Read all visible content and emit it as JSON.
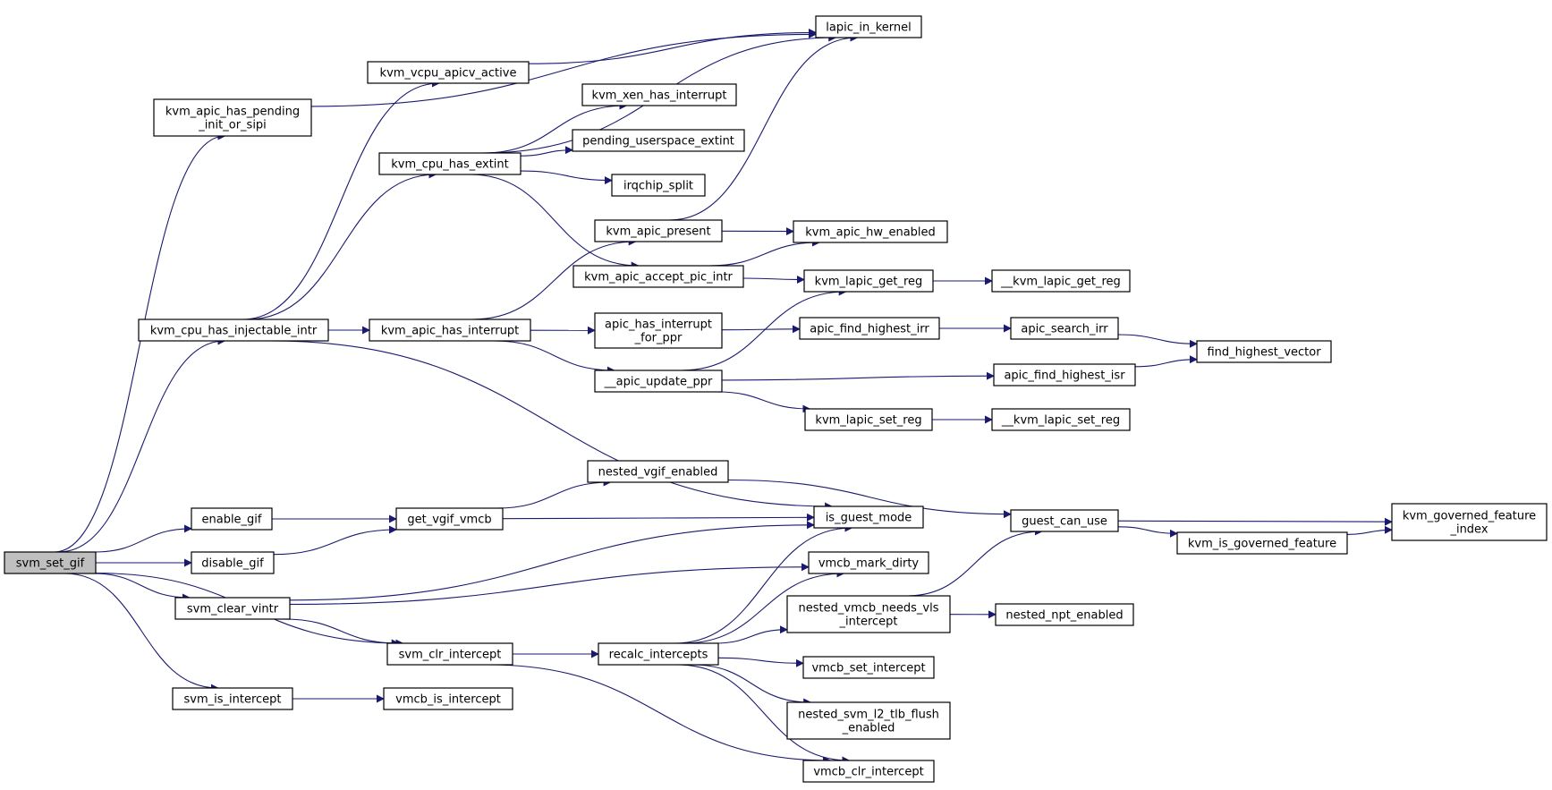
{
  "colors": {
    "edge": "#191970",
    "node_border": "#000000",
    "node_fill": "#ffffff",
    "root_fill": "#bfbfbf",
    "background": "#ffffff"
  },
  "graph": {
    "nodes": [
      {
        "id": "svm_set_gif",
        "label": [
          "svm_set_gif"
        ],
        "root": true
      },
      {
        "id": "kvm_apic_has_pending_init_or_sipi",
        "label": [
          "kvm_apic_has_pending",
          "_init_or_sipi"
        ]
      },
      {
        "id": "kvm_cpu_has_injectable_intr",
        "label": [
          "kvm_cpu_has_injectable_intr"
        ]
      },
      {
        "id": "enable_gif",
        "label": [
          "enable_gif"
        ]
      },
      {
        "id": "disable_gif",
        "label": [
          "disable_gif"
        ]
      },
      {
        "id": "svm_clear_vintr",
        "label": [
          "svm_clear_vintr"
        ]
      },
      {
        "id": "svm_is_intercept",
        "label": [
          "svm_is_intercept"
        ]
      },
      {
        "id": "kvm_vcpu_apicv_active",
        "label": [
          "kvm_vcpu_apicv_active"
        ]
      },
      {
        "id": "kvm_cpu_has_extint",
        "label": [
          "kvm_cpu_has_extint"
        ]
      },
      {
        "id": "kvm_apic_has_interrupt",
        "label": [
          "kvm_apic_has_interrupt"
        ]
      },
      {
        "id": "get_vgif_vmcb",
        "label": [
          "get_vgif_vmcb"
        ]
      },
      {
        "id": "svm_clr_intercept",
        "label": [
          "svm_clr_intercept"
        ]
      },
      {
        "id": "vmcb_is_intercept",
        "label": [
          "vmcb_is_intercept"
        ]
      },
      {
        "id": "kvm_xen_has_interrupt",
        "label": [
          "kvm_xen_has_interrupt"
        ]
      },
      {
        "id": "pending_userspace_extint",
        "label": [
          "pending_userspace_extint"
        ]
      },
      {
        "id": "irqchip_split",
        "label": [
          "irqchip_split"
        ]
      },
      {
        "id": "kvm_apic_present",
        "label": [
          "kvm_apic_present"
        ]
      },
      {
        "id": "kvm_apic_accept_pic_intr",
        "label": [
          "kvm_apic_accept_pic_intr"
        ]
      },
      {
        "id": "apic_has_interrupt_for_ppr",
        "label": [
          "apic_has_interrupt",
          "_for_ppr"
        ]
      },
      {
        "id": "__apic_update_ppr",
        "label": [
          "__apic_update_ppr"
        ]
      },
      {
        "id": "nested_vgif_enabled",
        "label": [
          "nested_vgif_enabled"
        ]
      },
      {
        "id": "recalc_intercepts",
        "label": [
          "recalc_intercepts"
        ]
      },
      {
        "id": "lapic_in_kernel",
        "label": [
          "lapic_in_kernel"
        ]
      },
      {
        "id": "kvm_apic_hw_enabled",
        "label": [
          "kvm_apic_hw_enabled"
        ]
      },
      {
        "id": "kvm_lapic_get_reg",
        "label": [
          "kvm_lapic_get_reg"
        ]
      },
      {
        "id": "apic_find_highest_irr",
        "label": [
          "apic_find_highest_irr"
        ]
      },
      {
        "id": "kvm_lapic_set_reg",
        "label": [
          "kvm_lapic_set_reg"
        ]
      },
      {
        "id": "is_guest_mode",
        "label": [
          "is_guest_mode"
        ]
      },
      {
        "id": "vmcb_mark_dirty",
        "label": [
          "vmcb_mark_dirty"
        ]
      },
      {
        "id": "nested_vmcb_needs_vls_intercept",
        "label": [
          "nested_vmcb_needs_vls",
          "_intercept"
        ]
      },
      {
        "id": "vmcb_set_intercept",
        "label": [
          "vmcb_set_intercept"
        ]
      },
      {
        "id": "nested_svm_l2_tlb_flush_enabled",
        "label": [
          "nested_svm_l2_tlb_flush",
          "_enabled"
        ]
      },
      {
        "id": "vmcb_clr_intercept",
        "label": [
          "vmcb_clr_intercept"
        ]
      },
      {
        "id": "__kvm_lapic_get_reg",
        "label": [
          "__kvm_lapic_get_reg"
        ]
      },
      {
        "id": "apic_search_irr",
        "label": [
          "apic_search_irr"
        ]
      },
      {
        "id": "apic_find_highest_isr",
        "label": [
          "apic_find_highest_isr"
        ]
      },
      {
        "id": "__kvm_lapic_set_reg",
        "label": [
          "__kvm_lapic_set_reg"
        ]
      },
      {
        "id": "guest_can_use",
        "label": [
          "guest_can_use"
        ]
      },
      {
        "id": "nested_npt_enabled",
        "label": [
          "nested_npt_enabled"
        ]
      },
      {
        "id": "kvm_is_governed_feature",
        "label": [
          "kvm_is_governed_feature"
        ]
      },
      {
        "id": "find_highest_vector",
        "label": [
          "find_highest_vector"
        ]
      },
      {
        "id": "kvm_governed_feature_index",
        "label": [
          "kvm_governed_feature",
          "_index"
        ]
      }
    ],
    "edges": [
      {
        "from": "svm_set_gif",
        "to": "kvm_apic_has_pending_init_or_sipi"
      },
      {
        "from": "svm_set_gif",
        "to": "kvm_cpu_has_injectable_intr"
      },
      {
        "from": "svm_set_gif",
        "to": "enable_gif"
      },
      {
        "from": "svm_set_gif",
        "to": "disable_gif"
      },
      {
        "from": "svm_set_gif",
        "to": "svm_clear_vintr"
      },
      {
        "from": "svm_set_gif",
        "to": "svm_clr_intercept"
      },
      {
        "from": "svm_set_gif",
        "to": "svm_is_intercept"
      },
      {
        "from": "kvm_apic_has_pending_init_or_sipi",
        "to": "lapic_in_kernel"
      },
      {
        "from": "kvm_cpu_has_injectable_intr",
        "to": "kvm_vcpu_apicv_active"
      },
      {
        "from": "kvm_cpu_has_injectable_intr",
        "to": "kvm_cpu_has_extint"
      },
      {
        "from": "kvm_cpu_has_injectable_intr",
        "to": "kvm_apic_has_interrupt"
      },
      {
        "from": "kvm_cpu_has_injectable_intr",
        "to": "is_guest_mode"
      },
      {
        "from": "kvm_vcpu_apicv_active",
        "to": "lapic_in_kernel"
      },
      {
        "from": "kvm_cpu_has_extint",
        "to": "lapic_in_kernel"
      },
      {
        "from": "kvm_cpu_has_extint",
        "to": "kvm_xen_has_interrupt"
      },
      {
        "from": "kvm_cpu_has_extint",
        "to": "pending_userspace_extint"
      },
      {
        "from": "kvm_cpu_has_extint",
        "to": "irqchip_split"
      },
      {
        "from": "kvm_cpu_has_extint",
        "to": "kvm_apic_accept_pic_intr"
      },
      {
        "from": "kvm_apic_has_interrupt",
        "to": "kvm_apic_present"
      },
      {
        "from": "kvm_apic_has_interrupt",
        "to": "apic_has_interrupt_for_ppr"
      },
      {
        "from": "kvm_apic_has_interrupt",
        "to": "__apic_update_ppr"
      },
      {
        "from": "kvm_apic_present",
        "to": "lapic_in_kernel"
      },
      {
        "from": "kvm_apic_present",
        "to": "kvm_apic_hw_enabled"
      },
      {
        "from": "kvm_apic_accept_pic_intr",
        "to": "kvm_apic_hw_enabled"
      },
      {
        "from": "kvm_apic_accept_pic_intr",
        "to": "kvm_lapic_get_reg"
      },
      {
        "from": "apic_has_interrupt_for_ppr",
        "to": "apic_find_highest_irr"
      },
      {
        "from": "__apic_update_ppr",
        "to": "kvm_lapic_get_reg"
      },
      {
        "from": "__apic_update_ppr",
        "to": "apic_find_highest_isr"
      },
      {
        "from": "__apic_update_ppr",
        "to": "kvm_lapic_set_reg"
      },
      {
        "from": "kvm_lapic_get_reg",
        "to": "__kvm_lapic_get_reg"
      },
      {
        "from": "apic_find_highest_irr",
        "to": "apic_search_irr"
      },
      {
        "from": "apic_search_irr",
        "to": "find_highest_vector"
      },
      {
        "from": "apic_find_highest_isr",
        "to": "find_highest_vector"
      },
      {
        "from": "kvm_lapic_set_reg",
        "to": "__kvm_lapic_set_reg"
      },
      {
        "from": "enable_gif",
        "to": "get_vgif_vmcb"
      },
      {
        "from": "disable_gif",
        "to": "get_vgif_vmcb"
      },
      {
        "from": "get_vgif_vmcb",
        "to": "nested_vgif_enabled"
      },
      {
        "from": "get_vgif_vmcb",
        "to": "is_guest_mode"
      },
      {
        "from": "nested_vgif_enabled",
        "to": "guest_can_use"
      },
      {
        "from": "guest_can_use",
        "to": "kvm_governed_feature_index"
      },
      {
        "from": "guest_can_use",
        "to": "kvm_is_governed_feature"
      },
      {
        "from": "kvm_is_governed_feature",
        "to": "kvm_governed_feature_index"
      },
      {
        "from": "svm_clear_vintr",
        "to": "is_guest_mode"
      },
      {
        "from": "svm_clear_vintr",
        "to": "vmcb_mark_dirty"
      },
      {
        "from": "svm_clear_vintr",
        "to": "svm_clr_intercept"
      },
      {
        "from": "svm_clr_intercept",
        "to": "recalc_intercepts"
      },
      {
        "from": "svm_clr_intercept",
        "to": "vmcb_clr_intercept"
      },
      {
        "from": "svm_is_intercept",
        "to": "vmcb_is_intercept"
      },
      {
        "from": "recalc_intercepts",
        "to": "is_guest_mode"
      },
      {
        "from": "recalc_intercepts",
        "to": "vmcb_mark_dirty"
      },
      {
        "from": "recalc_intercepts",
        "to": "nested_vmcb_needs_vls_intercept"
      },
      {
        "from": "recalc_intercepts",
        "to": "vmcb_set_intercept"
      },
      {
        "from": "recalc_intercepts",
        "to": "nested_svm_l2_tlb_flush_enabled"
      },
      {
        "from": "recalc_intercepts",
        "to": "vmcb_clr_intercept"
      },
      {
        "from": "nested_vmcb_needs_vls_intercept",
        "to": "guest_can_use"
      },
      {
        "from": "nested_vmcb_needs_vls_intercept",
        "to": "nested_npt_enabled"
      }
    ]
  }
}
